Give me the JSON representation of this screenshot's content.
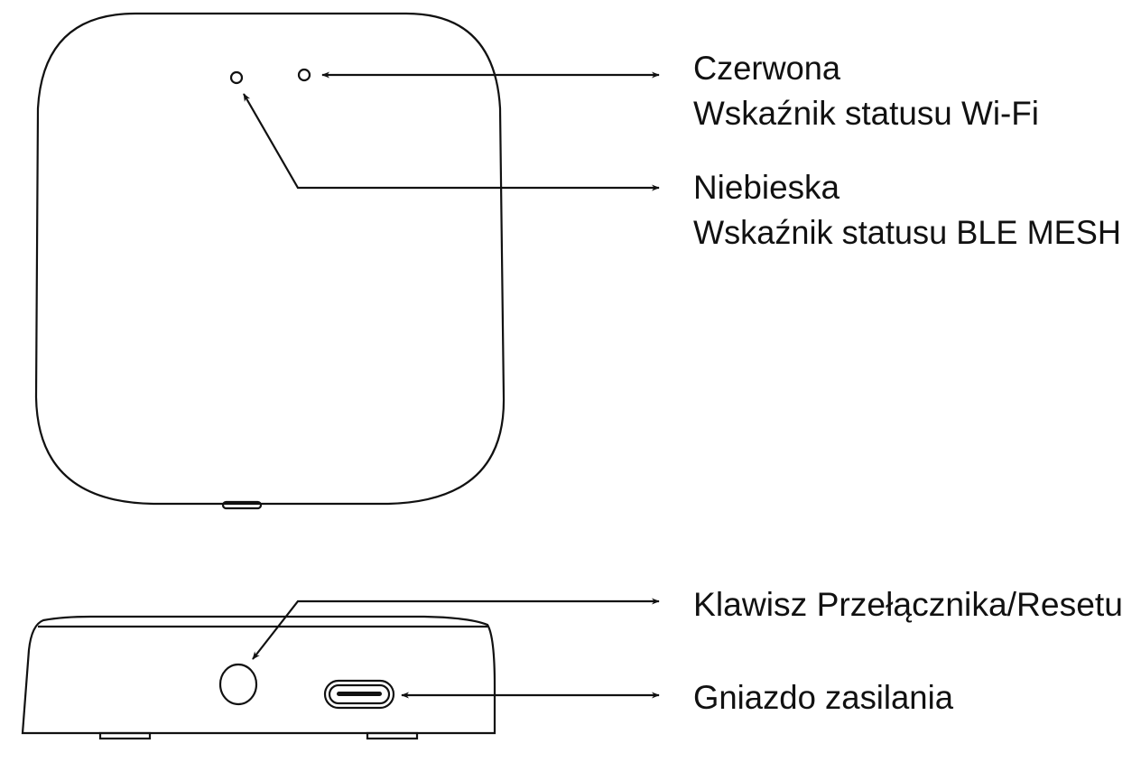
{
  "labels": {
    "red_title": "Czerwona",
    "red_desc": "Wskaźnik statusu Wi-Fi",
    "blue_title": "Niebieska",
    "blue_desc": "Wskaźnik statusu BLE MESH",
    "reset_key": "Klawisz Przełącznika/Resetu",
    "power_socket": "Gniazdo zasilania"
  },
  "colors": {
    "line": "#111111",
    "background": "#ffffff"
  }
}
